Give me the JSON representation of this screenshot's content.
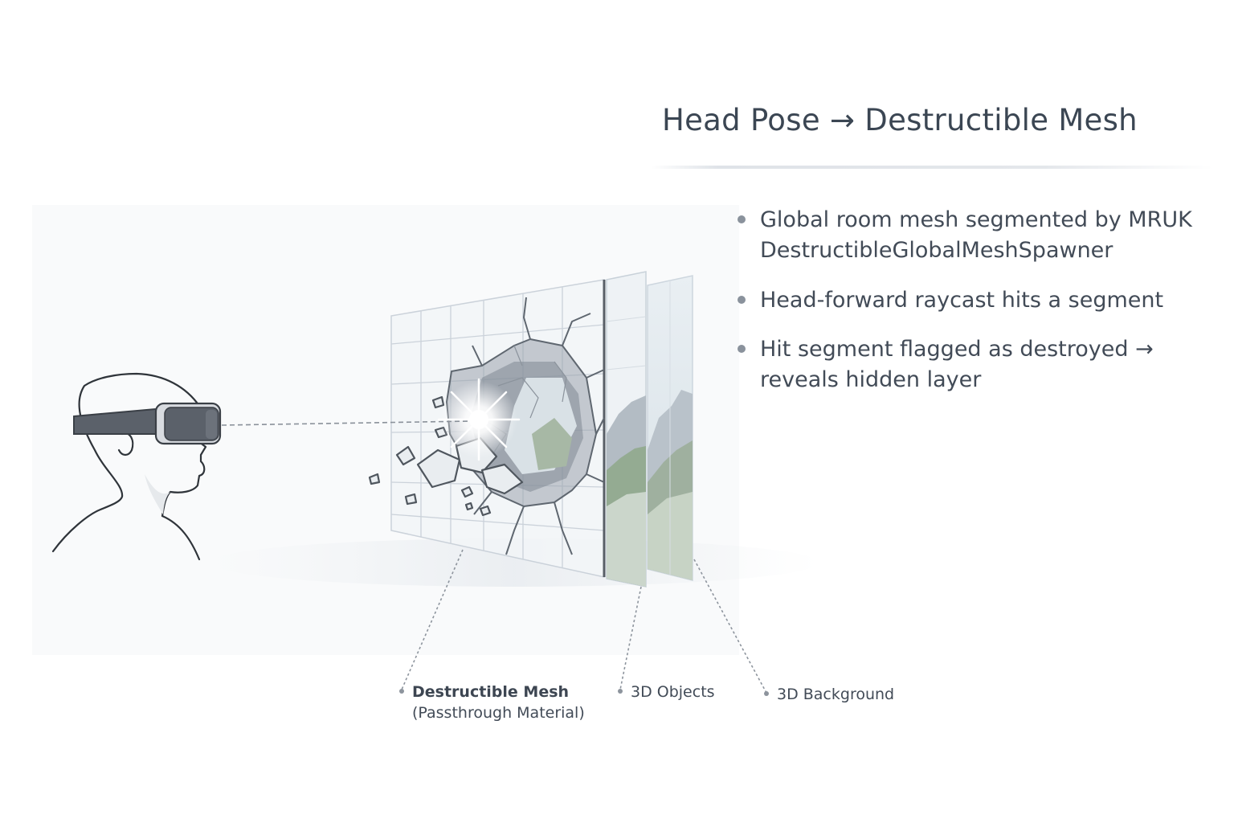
{
  "title": "Head Pose → Destructible Mesh",
  "bullets": [
    {
      "line1": "Global room mesh segmented by MRUK",
      "line2": "DestructibleGlobalMeshSpawner"
    },
    {
      "line1": "Head-forward raycast hits a segment",
      "line2": ""
    },
    {
      "line1": "Hit segment flagged as destroyed →",
      "line2": "reveals hidden layer"
    }
  ],
  "callouts": {
    "mesh": {
      "name": "Destructible Mesh",
      "material": "(Passthrough Material)"
    },
    "objects": "3D Objects",
    "background": "3D Background"
  },
  "colors": {
    "ink": "#3b4653",
    "headset": "#5b616a",
    "grid_line": "#c9d1da",
    "accent_sky": "#cfdce5",
    "foliage": "#8fa78a"
  },
  "icons": [
    "vr-headset-icon",
    "user-head-icon",
    "impact-flash-icon"
  ]
}
